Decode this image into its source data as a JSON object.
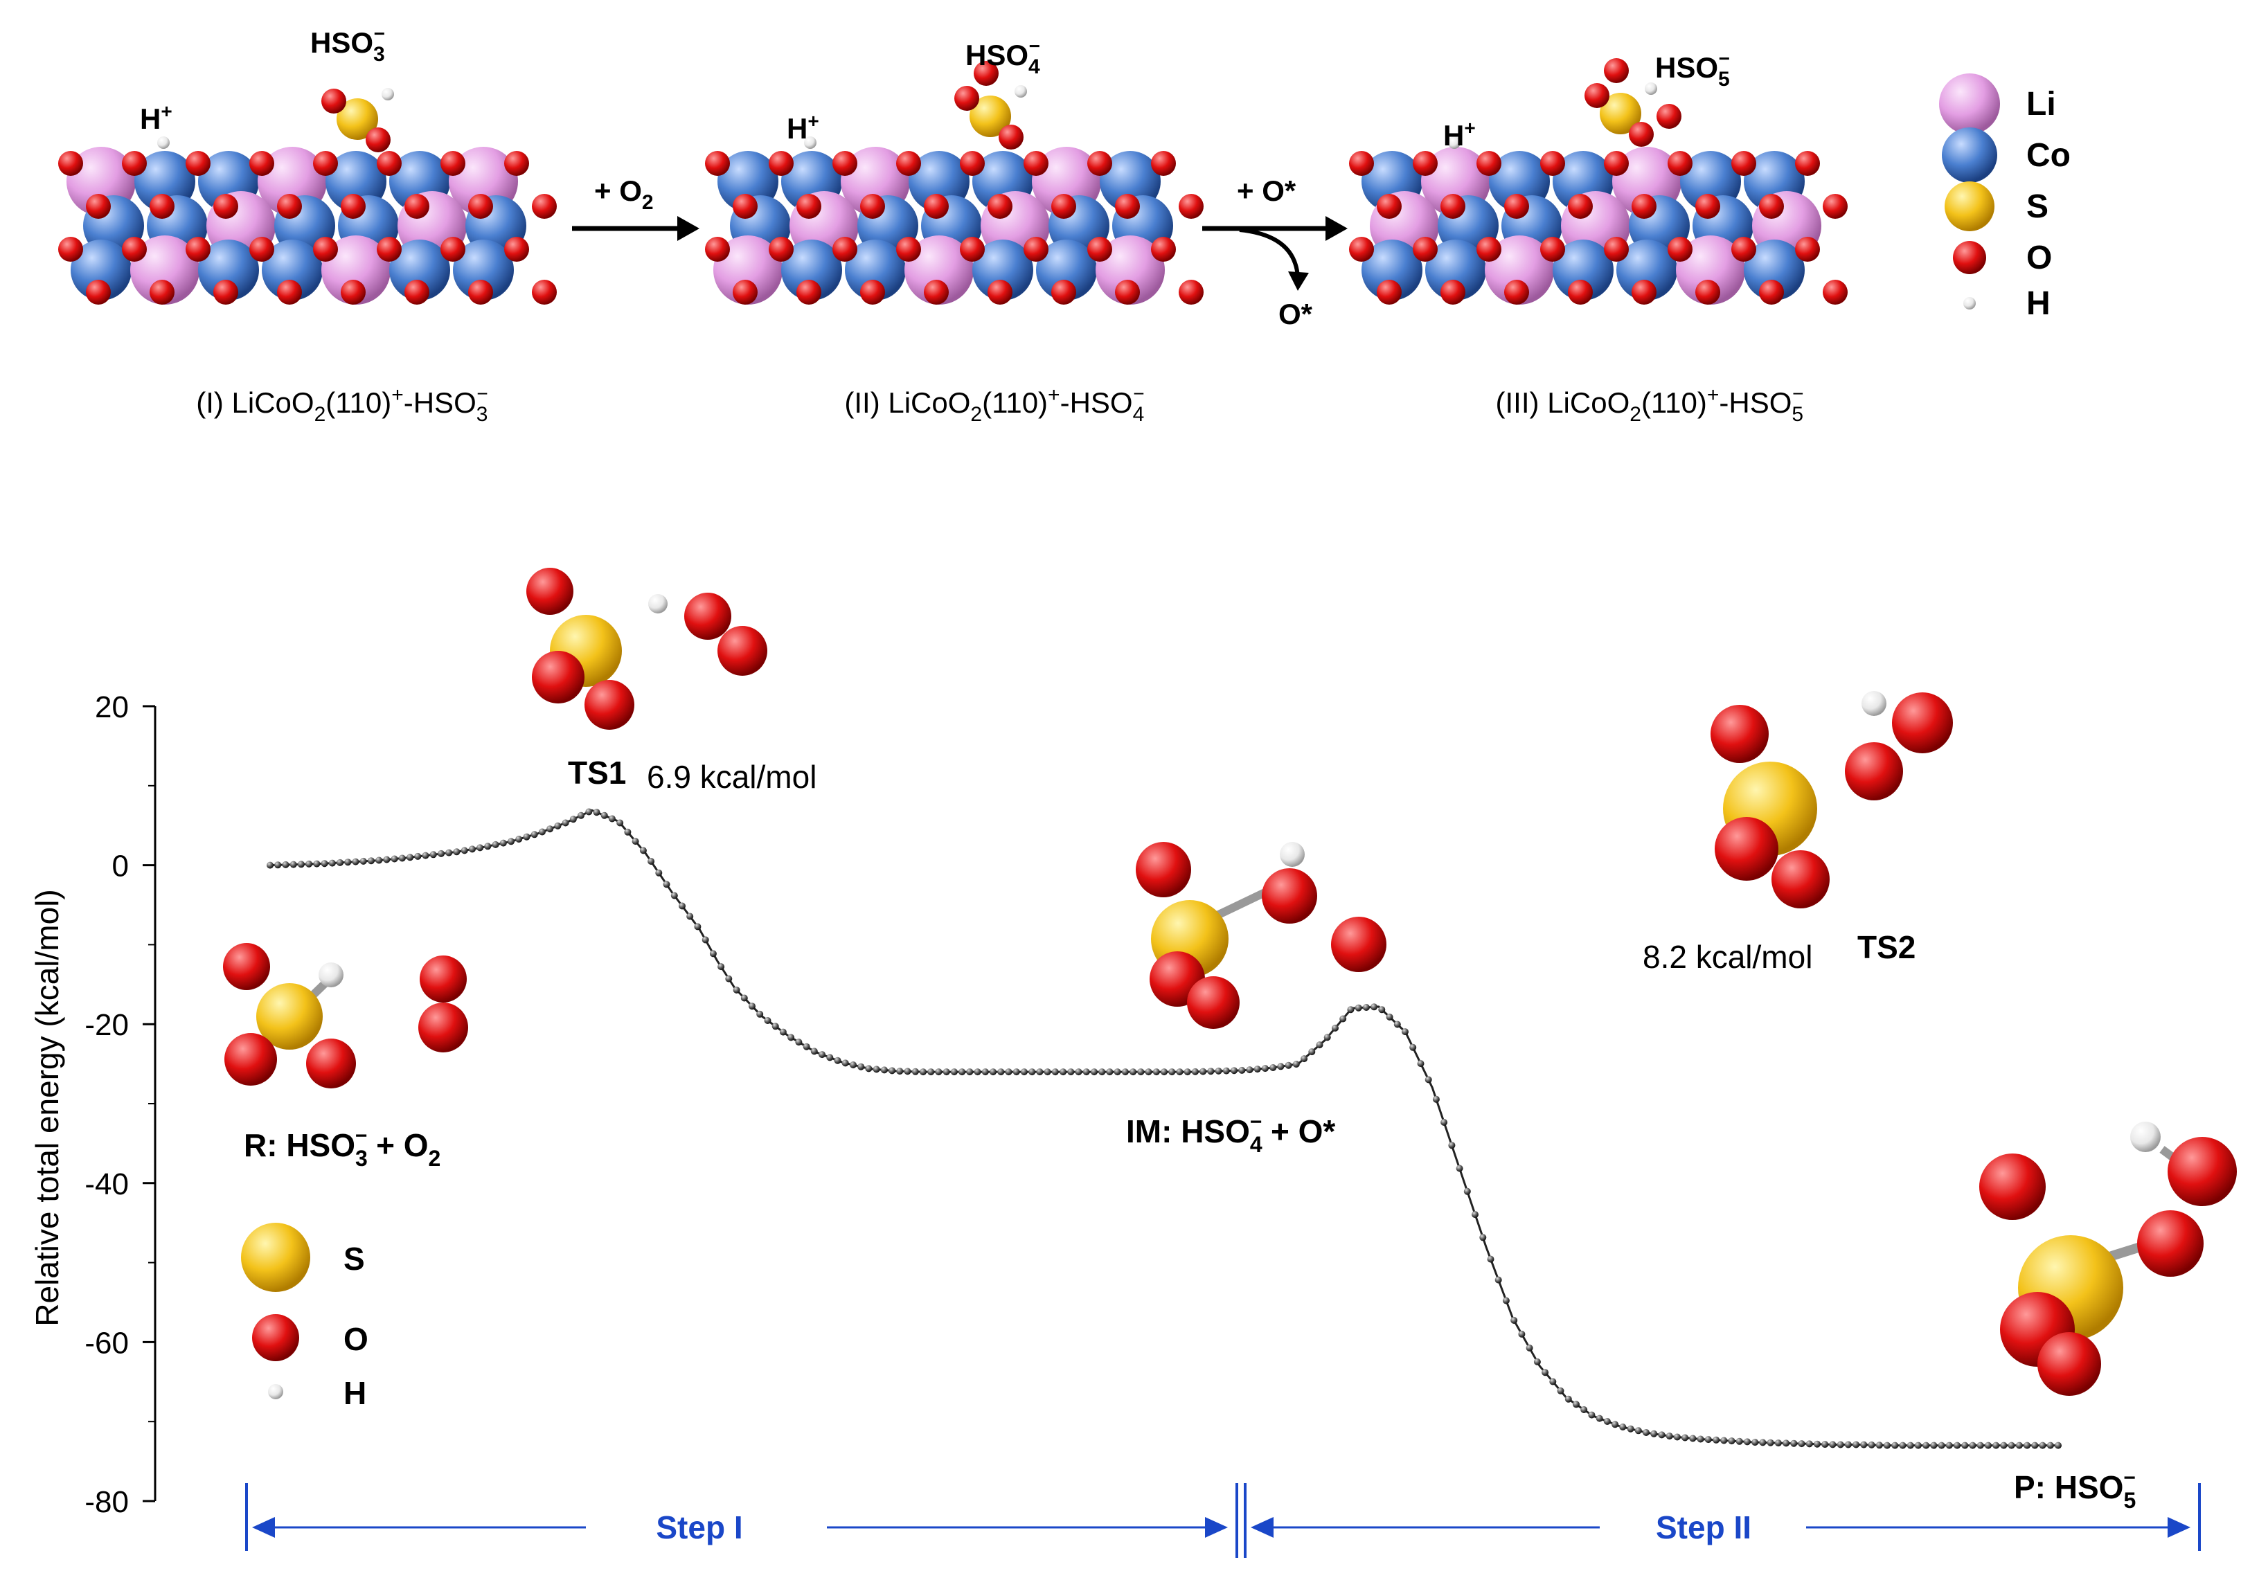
{
  "scheme": {
    "slabs": [
      {
        "caption_roman": "(I) ",
        "caption_formula": "LiCoO",
        "caption_sub": "2",
        "caption_surface": "(110)",
        "caption_sup": "+",
        "caption_species": "-HSO",
        "caption_species_sub": "3",
        "caption_species_sup": "−",
        "adsorbate": "HSO",
        "adsorbate_sub": "3",
        "adsorbate_sup": "−",
        "proton": "H",
        "proton_sup": "+"
      },
      {
        "caption_roman": "(II) ",
        "caption_formula": "LiCoO",
        "caption_sub": "2",
        "caption_surface": "(110)",
        "caption_sup": "+",
        "caption_species": "-HSO",
        "caption_species_sub": "4",
        "caption_species_sup": "−",
        "adsorbate": "HSO",
        "adsorbate_sub": "4",
        "adsorbate_sup": "−",
        "proton": "H",
        "proton_sup": "+"
      },
      {
        "caption_roman": "(III) ",
        "caption_formula": "LiCoO",
        "caption_sub": "2",
        "caption_surface": "(110)",
        "caption_sup": "+",
        "caption_species": "-HSO",
        "caption_species_sub": "5",
        "caption_species_sup": "−",
        "adsorbate": "HSO",
        "adsorbate_sub": "5",
        "adsorbate_sup": "−",
        "proton": "H",
        "proton_sup": "+"
      }
    ],
    "arrow1": {
      "label": "+ O",
      "label_sub": "2"
    },
    "arrow2": {
      "label": "+ O*",
      "release": "O*"
    },
    "legend": [
      {
        "label": "Li",
        "color": "#e39ee3"
      },
      {
        "label": "Co",
        "color": "#4a7fd0"
      },
      {
        "label": "S",
        "color": "#f3c21a"
      },
      {
        "label": "O",
        "color": "#e01010"
      },
      {
        "label": "H",
        "color": "#e8e8e8"
      }
    ]
  },
  "chart_data": {
    "type": "line",
    "ylabel": "Relative total energy (kcal/mol)",
    "ylim": [
      -80,
      20
    ],
    "yticks": [
      20,
      0,
      -20,
      -40,
      -60,
      -80
    ],
    "series": [
      {
        "x": [
          0.0,
          0.03,
          0.06,
          0.09,
          0.12,
          0.15,
          0.18,
          0.21,
          0.24,
          0.27,
          0.3,
          0.33,
          0.36,
          0.39,
          0.42,
          0.45,
          0.48,
          0.5,
          0.52,
          0.55,
          0.58,
          0.61,
          0.64,
          0.67,
          0.7,
          0.73,
          0.76,
          0.79,
          0.82,
          0.85,
          0.88,
          0.91,
          0.94,
          0.97,
          1.0,
          1.03,
          1.06,
          1.09,
          1.12,
          1.15,
          1.18,
          1.21,
          1.24,
          1.27,
          1.3,
          1.33,
          1.36,
          1.39,
          1.42,
          1.45,
          1.48,
          1.51,
          1.54,
          1.57,
          1.6,
          1.63,
          1.66,
          1.69,
          1.72,
          1.75,
          1.78,
          1.81,
          1.84,
          1.87,
          1.9,
          1.93,
          1.96,
          2.0
        ],
        "values": [
          0.0,
          0.1,
          0.2,
          0.4,
          0.6,
          0.9,
          1.3,
          1.7,
          2.3,
          3.0,
          4.0,
          5.3,
          6.9,
          5.5,
          1.5,
          -3.5,
          -8.0,
          -12.0,
          -15.5,
          -19.0,
          -21.5,
          -23.5,
          -24.8,
          -25.6,
          -25.9,
          -26.0,
          -26.0,
          -26.0,
          -26.0,
          -26.0,
          -26.0,
          -26.0,
          -26.0,
          -26.0,
          -26.0,
          -26.0,
          -25.9,
          -25.8,
          -25.5,
          -25.0,
          -22.0,
          -18.0,
          -17.8,
          -21.0,
          -28.0,
          -38.0,
          -48.0,
          -57.0,
          -63.0,
          -67.0,
          -69.3,
          -70.6,
          -71.4,
          -71.9,
          -72.2,
          -72.4,
          -72.6,
          -72.7,
          -72.8,
          -72.9,
          -72.9,
          -73.0,
          -73.0,
          -73.0,
          -73.0,
          -73.0,
          -73.0,
          -73.0
        ]
      }
    ],
    "annotations": [
      {
        "label": "TS1",
        "value_text": "6.9 kcal/mol"
      },
      {
        "label": "TS2",
        "value_text": "8.2 kcal/mol"
      }
    ],
    "state_labels": {
      "R": {
        "text": "R: HSO",
        "sub": "3",
        "sup": "−",
        "tail": " + O",
        "tail_sub": "2"
      },
      "IM": {
        "text": "IM: HSO",
        "sub": "4",
        "sup": "−",
        "tail": " + O*"
      },
      "P": {
        "text": "P: HSO",
        "sub": "5",
        "sup": "−"
      }
    },
    "steps": [
      {
        "label": "Step I"
      },
      {
        "label": "Step II"
      }
    ],
    "step_color": "#1a47c8",
    "molecule_legend": [
      {
        "label": "S",
        "color": "#f3c21a"
      },
      {
        "label": "O",
        "color": "#e01010"
      },
      {
        "label": "H",
        "color": "#e8e8e8"
      }
    ]
  }
}
